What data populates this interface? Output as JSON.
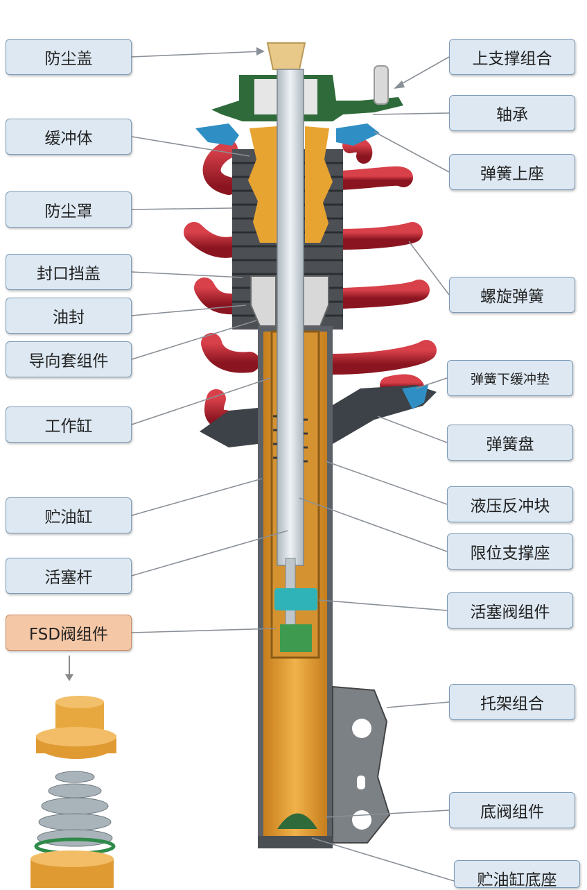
{
  "labels_left": [
    {
      "id": "dust-cover-cap",
      "text": "防尘盖"
    },
    {
      "id": "buffer-block",
      "text": "缓冲体"
    },
    {
      "id": "dust-boot",
      "text": "防尘罩"
    },
    {
      "id": "sealing-cover",
      "text": "封口挡盖"
    },
    {
      "id": "oil-seal",
      "text": "油封"
    },
    {
      "id": "guide-sleeve",
      "text": "导向套组件"
    },
    {
      "id": "working-cylinder",
      "text": "工作缸"
    },
    {
      "id": "reservoir-cylinder",
      "text": "贮油缸"
    },
    {
      "id": "piston-rod",
      "text": "活塞杆"
    },
    {
      "id": "fsd-valve",
      "text": "FSD阀组件"
    }
  ],
  "labels_right": [
    {
      "id": "upper-mount",
      "text": "上支撑组合"
    },
    {
      "id": "bearing",
      "text": "轴承"
    },
    {
      "id": "upper-spring-seat",
      "text": "弹簧上座"
    },
    {
      "id": "coil-spring",
      "text": "螺旋弹簧"
    },
    {
      "id": "lower-spring-pad",
      "text": "弹簧下缓冲垫"
    },
    {
      "id": "spring-plate",
      "text": "弹簧盘"
    },
    {
      "id": "hydraulic-rebound-stop",
      "text": "液压反冲块"
    },
    {
      "id": "limit-support-seat",
      "text": "限位支撑座"
    },
    {
      "id": "piston-valve",
      "text": "活塞阀组件"
    },
    {
      "id": "bracket",
      "text": "托架组合"
    },
    {
      "id": "base-valve",
      "text": "底阀组件"
    },
    {
      "id": "reservoir-base",
      "text": "贮油缸底座"
    }
  ],
  "colors": {
    "label_bg": "#dde8f2",
    "label_border": "#7d9bb8",
    "label_highlight": "#f4c7a6",
    "spring": "#b21f2a",
    "oil": "#e9a53a",
    "rod": "#cfd8de",
    "housing": "#5b6166",
    "mount_green": "#2f6b3a",
    "accent_blue": "#2f8fc4"
  }
}
